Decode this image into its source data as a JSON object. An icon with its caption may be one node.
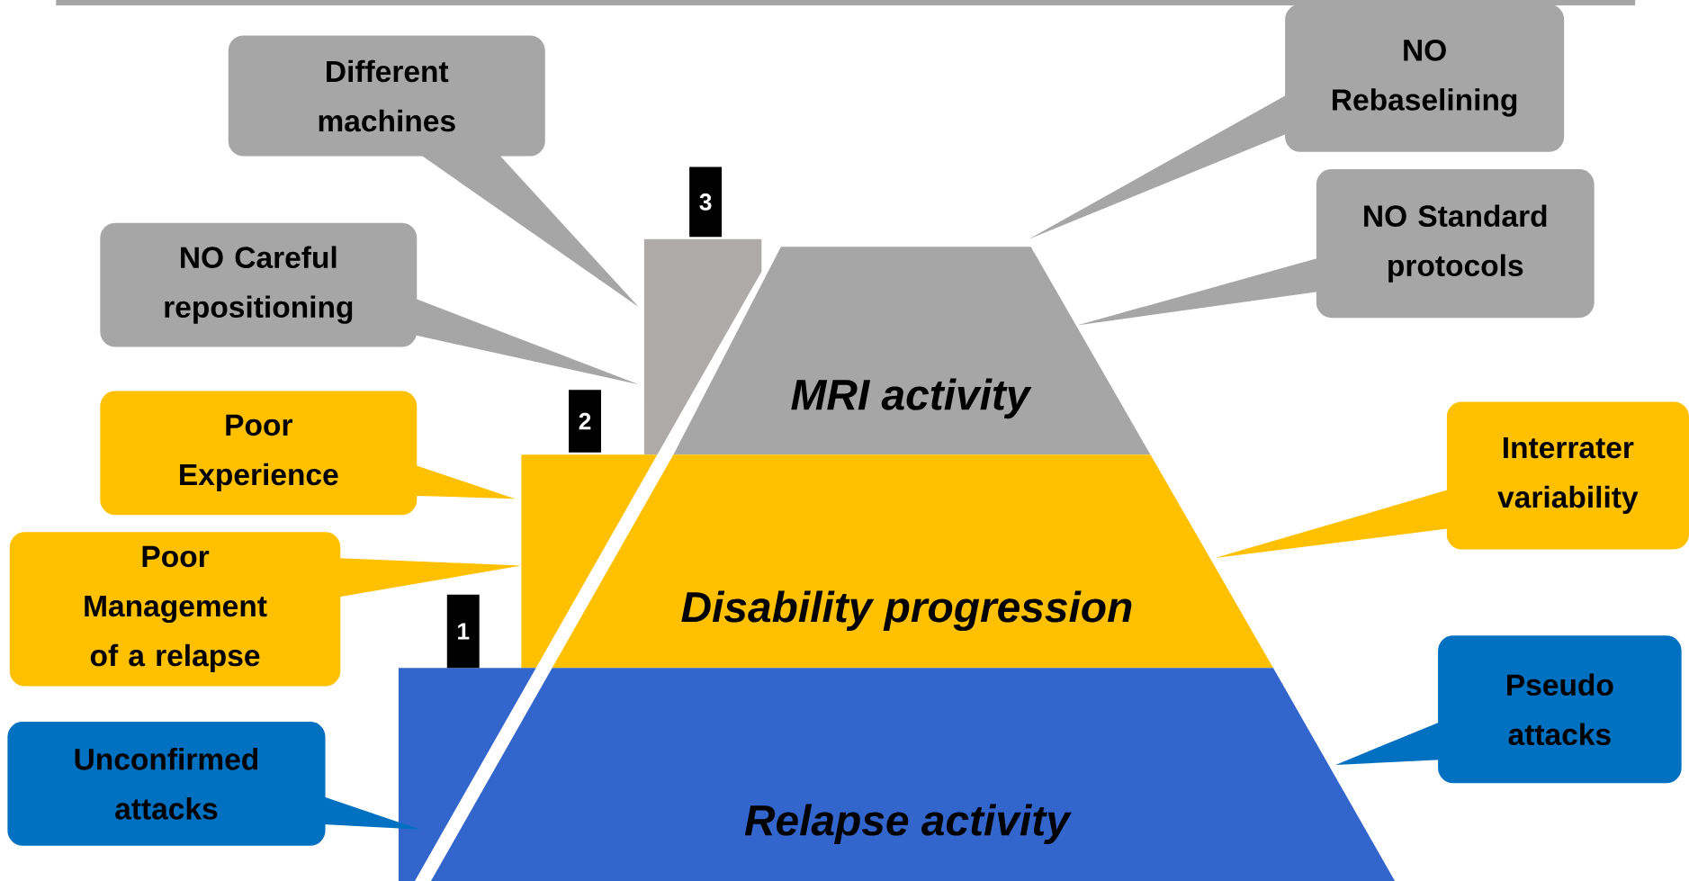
{
  "diagram": {
    "nodes": [
      {
        "text": [
          "MRI activity"
        ]
      },
      {
        "text": [
          "Disability progression"
        ]
      },
      {
        "text": [
          "Relapse activity"
        ]
      },
      {
        "text": [
          "Different machines"
        ]
      },
      {
        "text": [
          "NO Careful repositioning"
        ]
      },
      {
        "text": [
          "Poor Experience"
        ]
      },
      {
        "text": [
          "Poor Management of a relapse"
        ]
      },
      {
        "text": [
          "Unconfirmed attacks"
        ]
      },
      {
        "text": [
          "NO Rebaselining"
        ]
      },
      {
        "text": [
          "NO Standard protocols"
        ]
      },
      {
        "text": [
          "Interrater variability"
        ]
      },
      {
        "text": [
          "Pseudo attacks"
        ]
      },
      {
        "text": [],
        "shape": "bar"
      },
      {
        "text": [],
        "shape": "bar"
      },
      {
        "text": [],
        "shape": "bar"
      }
    ],
    "labels": [
      "3",
      "2",
      "1"
    ]
  }
}
